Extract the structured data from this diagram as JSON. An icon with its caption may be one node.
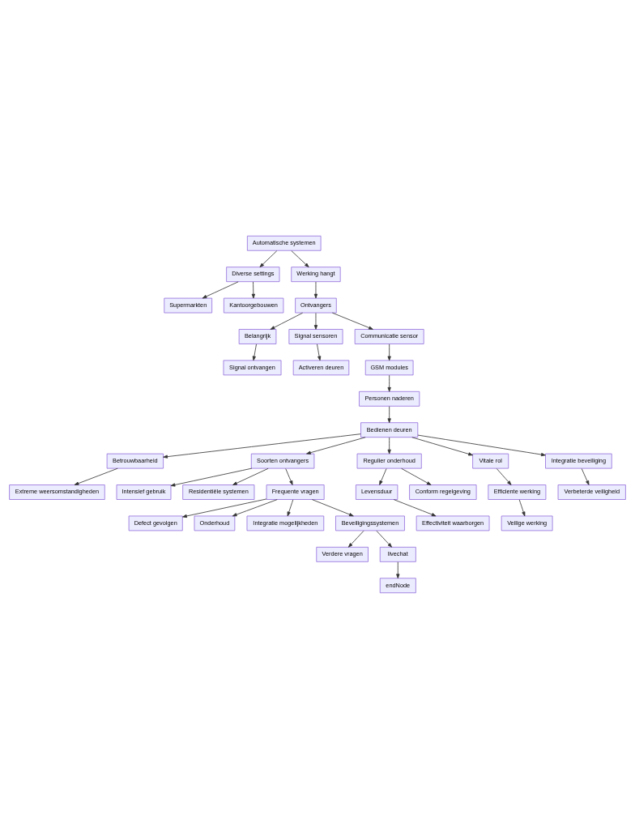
{
  "diagram": {
    "nodes": [
      {
        "text": [
          "Automatische systemen"
        ]
      },
      {
        "text": [
          "Diverse settings"
        ]
      },
      {
        "text": [
          "Werking hangt"
        ]
      },
      {
        "text": [
          "Supermarkten"
        ]
      },
      {
        "text": [
          "Kantoorgebouwen"
        ]
      },
      {
        "text": [
          "Ontvangers"
        ]
      },
      {
        "text": [
          "Belangrijk"
        ]
      },
      {
        "text": [
          "Signal sensoren"
        ]
      },
      {
        "text": [
          "Communicatie sensor"
        ]
      },
      {
        "text": [
          "Signal ontvangen"
        ]
      },
      {
        "text": [
          "Activeren deuren"
        ]
      },
      {
        "text": [
          "GSM modules"
        ]
      },
      {
        "text": [
          "Personen naderen"
        ]
      },
      {
        "text": [
          "Bedienen deuren"
        ]
      },
      {
        "text": [
          "Betrouwbaarheid"
        ]
      },
      {
        "text": [
          "Soorten ontvangers"
        ]
      },
      {
        "text": [
          "Regulier onderhoud"
        ]
      },
      {
        "text": [
          "Vitale rol"
        ]
      },
      {
        "text": [
          "Integratie beveiliging"
        ]
      },
      {
        "text": [
          "Extreme weersomstandigheden"
        ]
      },
      {
        "text": [
          "Intensief gebruik"
        ]
      },
      {
        "text": [
          "Residentiële systemen"
        ]
      },
      {
        "text": [
          "Frequente vragen"
        ]
      },
      {
        "text": [
          "Levensduur"
        ]
      },
      {
        "text": [
          "Conform regelgeving"
        ]
      },
      {
        "text": [
          "Efficiente werking"
        ]
      },
      {
        "text": [
          "Verbeterde veiligheid"
        ]
      },
      {
        "text": [
          "Defect gevolgen"
        ]
      },
      {
        "text": [
          "Onderhoud"
        ]
      },
      {
        "text": [
          "Integratie mogelijkheden"
        ]
      },
      {
        "text": [
          "Beveiligingssystemen"
        ]
      },
      {
        "text": [
          "Effectiviteit waarborgen"
        ]
      },
      {
        "text": [
          "Veilige werking"
        ]
      },
      {
        "text": [
          "Verdere vragen"
        ]
      },
      {
        "text": [
          "livechat"
        ]
      },
      {
        "text": [
          "endNode"
        ]
      }
    ],
    "edges": [
      {
        "from": 0,
        "to": 1,
        "arrow": "to"
      },
      {
        "from": 0,
        "to": 2,
        "arrow": "to"
      },
      {
        "from": 1,
        "to": 3,
        "arrow": "to"
      },
      {
        "from": 1,
        "to": 4,
        "arrow": "to"
      },
      {
        "from": 2,
        "to": 5,
        "arrow": "to"
      },
      {
        "from": 5,
        "to": 6,
        "arrow": "to"
      },
      {
        "from": 5,
        "to": 7,
        "arrow": "to"
      },
      {
        "from": 5,
        "to": 8,
        "arrow": "to"
      },
      {
        "from": 6,
        "to": 9,
        "arrow": "to"
      },
      {
        "from": 7,
        "to": 10,
        "arrow": "to"
      },
      {
        "from": 8,
        "to": 11,
        "arrow": "to"
      },
      {
        "from": 11,
        "to": 12,
        "arrow": "to"
      },
      {
        "from": 12,
        "to": 13,
        "arrow": "to"
      },
      {
        "from": 13,
        "to": 14,
        "arrow": "to"
      },
      {
        "from": 13,
        "to": 15,
        "arrow": "to"
      },
      {
        "from": 13,
        "to": 16,
        "arrow": "to"
      },
      {
        "from": 13,
        "to": 17,
        "arrow": "to"
      },
      {
        "from": 13,
        "to": 18,
        "arrow": "to"
      },
      {
        "from": 14,
        "to": 19,
        "arrow": "to"
      },
      {
        "from": 15,
        "to": 20,
        "arrow": "to"
      },
      {
        "from": 15,
        "to": 21,
        "arrow": "to"
      },
      {
        "from": 15,
        "to": 22,
        "arrow": "to"
      },
      {
        "from": 16,
        "to": 23,
        "arrow": "to"
      },
      {
        "from": 16,
        "to": 24,
        "arrow": "to"
      },
      {
        "from": 17,
        "to": 25,
        "arrow": "to"
      },
      {
        "from": 18,
        "to": 26,
        "arrow": "to"
      },
      {
        "from": 22,
        "to": 27,
        "arrow": "to"
      },
      {
        "from": 22,
        "to": 28,
        "arrow": "to"
      },
      {
        "from": 22,
        "to": 29,
        "arrow": "to"
      },
      {
        "from": 22,
        "to": 30,
        "arrow": "to"
      },
      {
        "from": 23,
        "to": 31,
        "arrow": "to"
      },
      {
        "from": 25,
        "to": 32,
        "arrow": "to"
      },
      {
        "from": 30,
        "to": 33,
        "arrow": "to"
      },
      {
        "from": 30,
        "to": 34,
        "arrow": "to"
      },
      {
        "from": 34,
        "to": 35,
        "arrow": "to"
      }
    ]
  }
}
